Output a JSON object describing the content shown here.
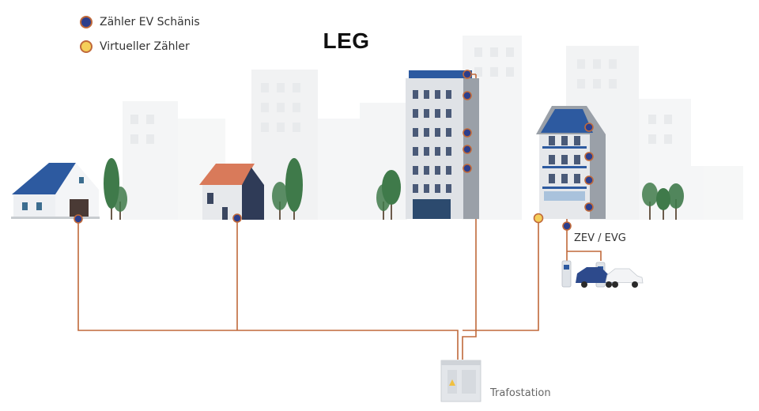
{
  "diagram": {
    "title": "LEG",
    "legend": [
      {
        "label": "Zähler EV Schänis",
        "color": "#2c3e8c"
      },
      {
        "label": "Virtueller Zähler",
        "color": "#f5cf5a"
      }
    ],
    "labels": {
      "zev": "ZEV / EVG",
      "trafo": "Trafostation"
    },
    "colors": {
      "grid_line": "#c0693a",
      "meter_ev": "#2c3e8c",
      "meter_virtual": "#f5cf5a",
      "solar_panel": "#2d5aa0",
      "roof": "#d97a5a",
      "tree": "#3f7a4a",
      "car": "#2d4a8c"
    },
    "icons": [
      "farmhouse-icon",
      "house-icon",
      "apartment-tower-icon",
      "apartment-building-icon",
      "charging-station-icon",
      "car-icon",
      "transformer-icon",
      "tree-icon"
    ]
  }
}
